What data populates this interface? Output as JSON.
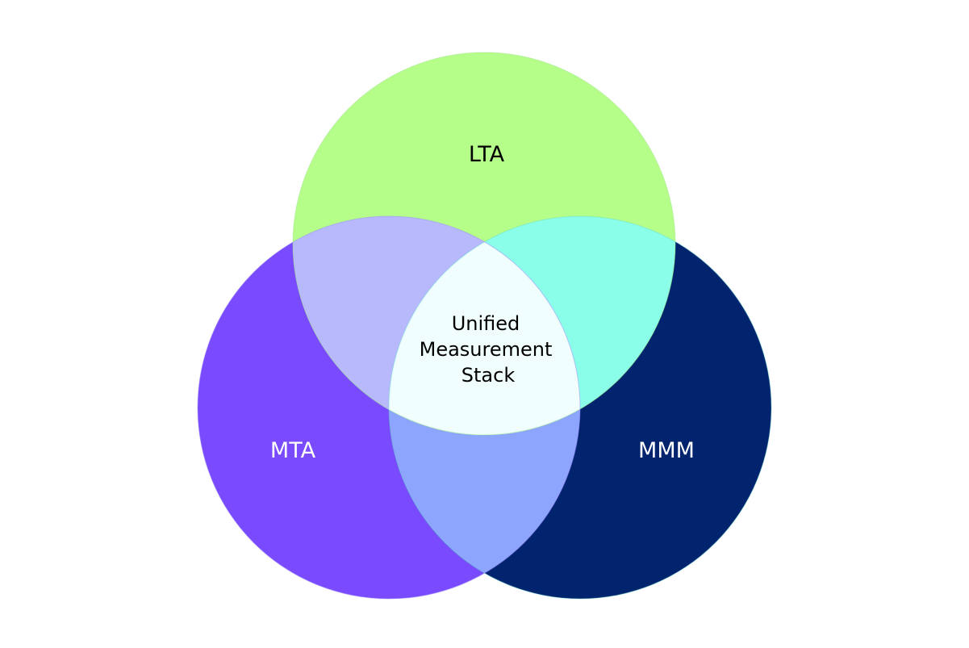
{
  "diagram": {
    "type": "venn",
    "sets": [
      {
        "id": "lta",
        "label": "LTA",
        "color": "#b6fe8a",
        "label_color": "#000000"
      },
      {
        "id": "mta",
        "label": "MTA",
        "color": "#7a4afe",
        "label_color": "#ffffff"
      },
      {
        "id": "mmm",
        "label": "MMM",
        "color": "#02236e",
        "label_color": "#ffffff"
      }
    ],
    "intersections": {
      "lta_mta": {
        "color": "#b8b8fd"
      },
      "lta_mmm": {
        "color": "#8afee9"
      },
      "mta_mmm": {
        "color": "#8ea5fe"
      },
      "all": {
        "color": "#f0fefd"
      }
    },
    "center_label": {
      "lines": [
        "Unified",
        "Measurement",
        "Stack"
      ],
      "color": "#000000"
    }
  }
}
